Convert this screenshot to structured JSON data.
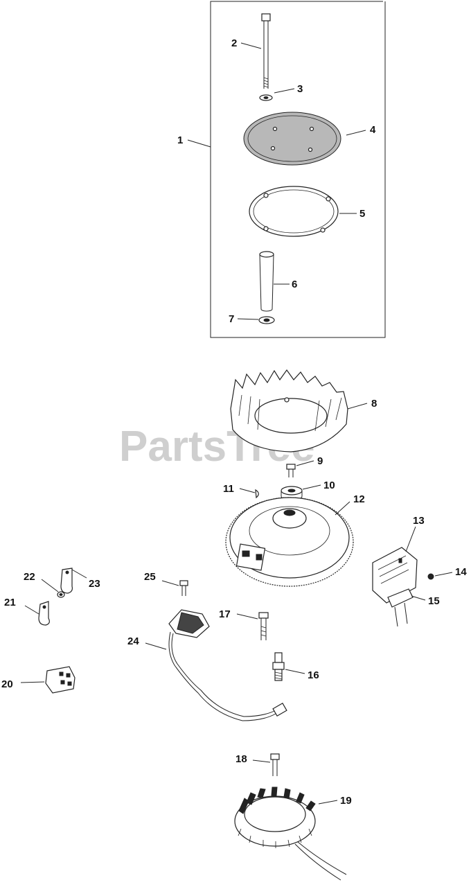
{
  "watermark": "PartsTree",
  "callouts": [
    {
      "id": "1",
      "label": "1"
    },
    {
      "id": "2",
      "label": "2"
    },
    {
      "id": "3",
      "label": "3"
    },
    {
      "id": "4",
      "label": "4"
    },
    {
      "id": "5",
      "label": "5"
    },
    {
      "id": "6",
      "label": "6"
    },
    {
      "id": "7",
      "label": "7"
    },
    {
      "id": "8",
      "label": "8"
    },
    {
      "id": "9",
      "label": "9"
    },
    {
      "id": "10",
      "label": "10"
    },
    {
      "id": "11",
      "label": "11"
    },
    {
      "id": "12",
      "label": "12"
    },
    {
      "id": "13",
      "label": "13"
    },
    {
      "id": "14",
      "label": "14"
    },
    {
      "id": "15",
      "label": "15"
    },
    {
      "id": "16",
      "label": "16"
    },
    {
      "id": "17",
      "label": "17"
    },
    {
      "id": "18",
      "label": "18"
    },
    {
      "id": "19",
      "label": "19"
    },
    {
      "id": "20",
      "label": "20"
    },
    {
      "id": "21",
      "label": "21"
    },
    {
      "id": "22",
      "label": "22"
    },
    {
      "id": "23",
      "label": "23"
    },
    {
      "id": "24",
      "label": "24"
    },
    {
      "id": "25",
      "label": "25"
    }
  ]
}
